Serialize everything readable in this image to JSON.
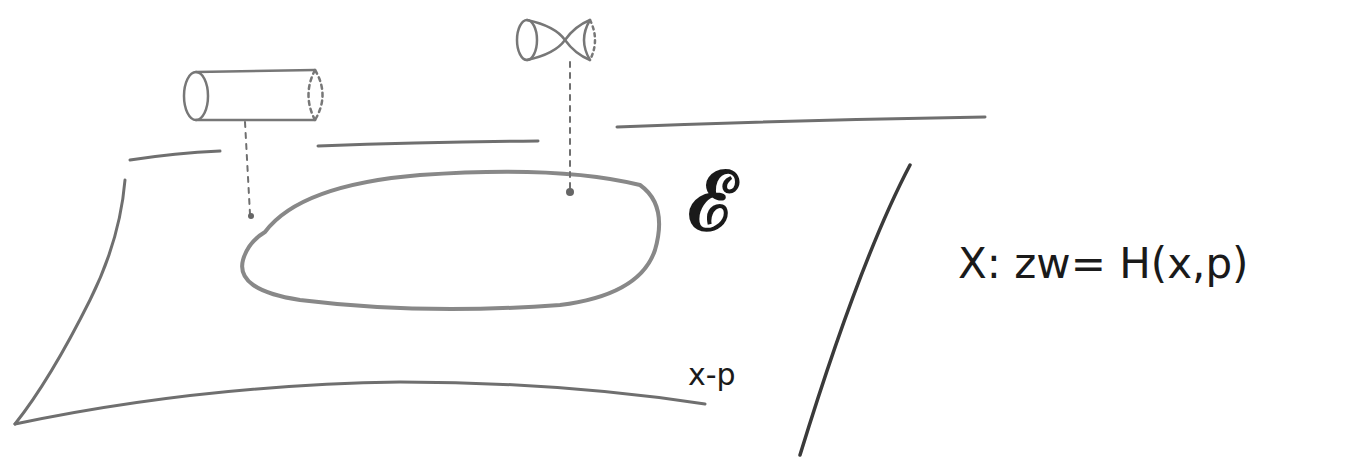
{
  "diagram": {
    "labels": [
      "ℰ",
      "x-p",
      "X: zw= H(x,p)"
    ]
  }
}
